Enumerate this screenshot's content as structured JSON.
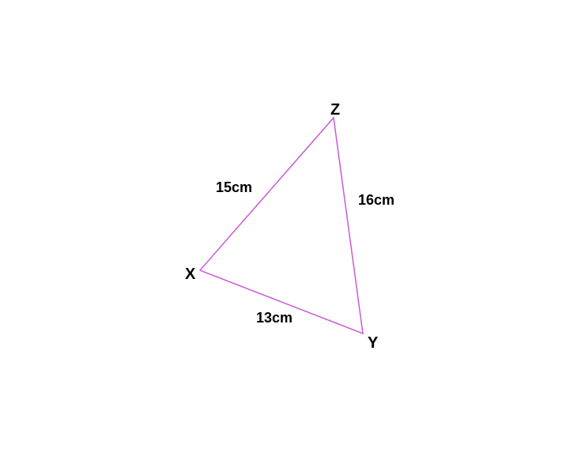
{
  "diagram": {
    "vertices": {
      "x": "X",
      "y": "Y",
      "z": "Z"
    },
    "sides": {
      "xz": "15cm",
      "zy": "16cm",
      "xy": "13cm"
    },
    "line_color": "#c95bd6"
  }
}
